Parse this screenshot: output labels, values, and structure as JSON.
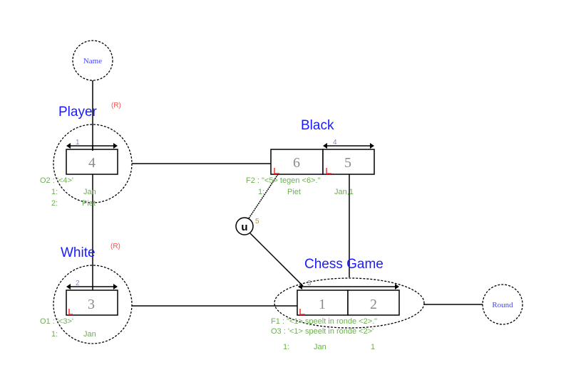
{
  "value_types": [
    {
      "name": "Name"
    },
    {
      "name": "Round"
    }
  ],
  "entities": [
    {
      "name": "Player",
      "marker": "(R)",
      "role_number": "4",
      "uniqueness_number": "1",
      "constraint": "O2 : '<4>'",
      "population": [
        {
          "index": "1:",
          "value": "Jan"
        },
        {
          "index": "2:",
          "value": "Piet"
        }
      ]
    },
    {
      "name": "White",
      "marker": "(R)",
      "role_number": "3",
      "uniqueness_number": "2",
      "constraint": "O1 : '<3>'",
      "population": [
        {
          "index": "1:",
          "value": "Jan"
        }
      ]
    }
  ],
  "fact_types": [
    {
      "name": "Black",
      "roles": [
        "6",
        "5"
      ],
      "uniqueness_number": "4",
      "constraints": [
        "F2 : \"<5> tegen <6>.\""
      ],
      "population": {
        "index": "1:",
        "values": [
          "Piet",
          "Jan,1"
        ]
      }
    },
    {
      "name": "Chess Game",
      "roles": [
        "1",
        "2"
      ],
      "uniqueness_number": "3",
      "constraints": [
        "F1 : \"<1> speelt in ronde <2>.\"",
        "O3 : '<1> speelt in ronde <2>'"
      ],
      "population": {
        "index": "1:",
        "values": [
          "Jan",
          "1"
        ]
      }
    }
  ],
  "uniqueness_constraint": {
    "symbol": "u",
    "number": "5"
  },
  "colors": {
    "label": "#1a1aff",
    "marker": "#ff4d4d",
    "constraint_text": "#6ab04c"
  }
}
